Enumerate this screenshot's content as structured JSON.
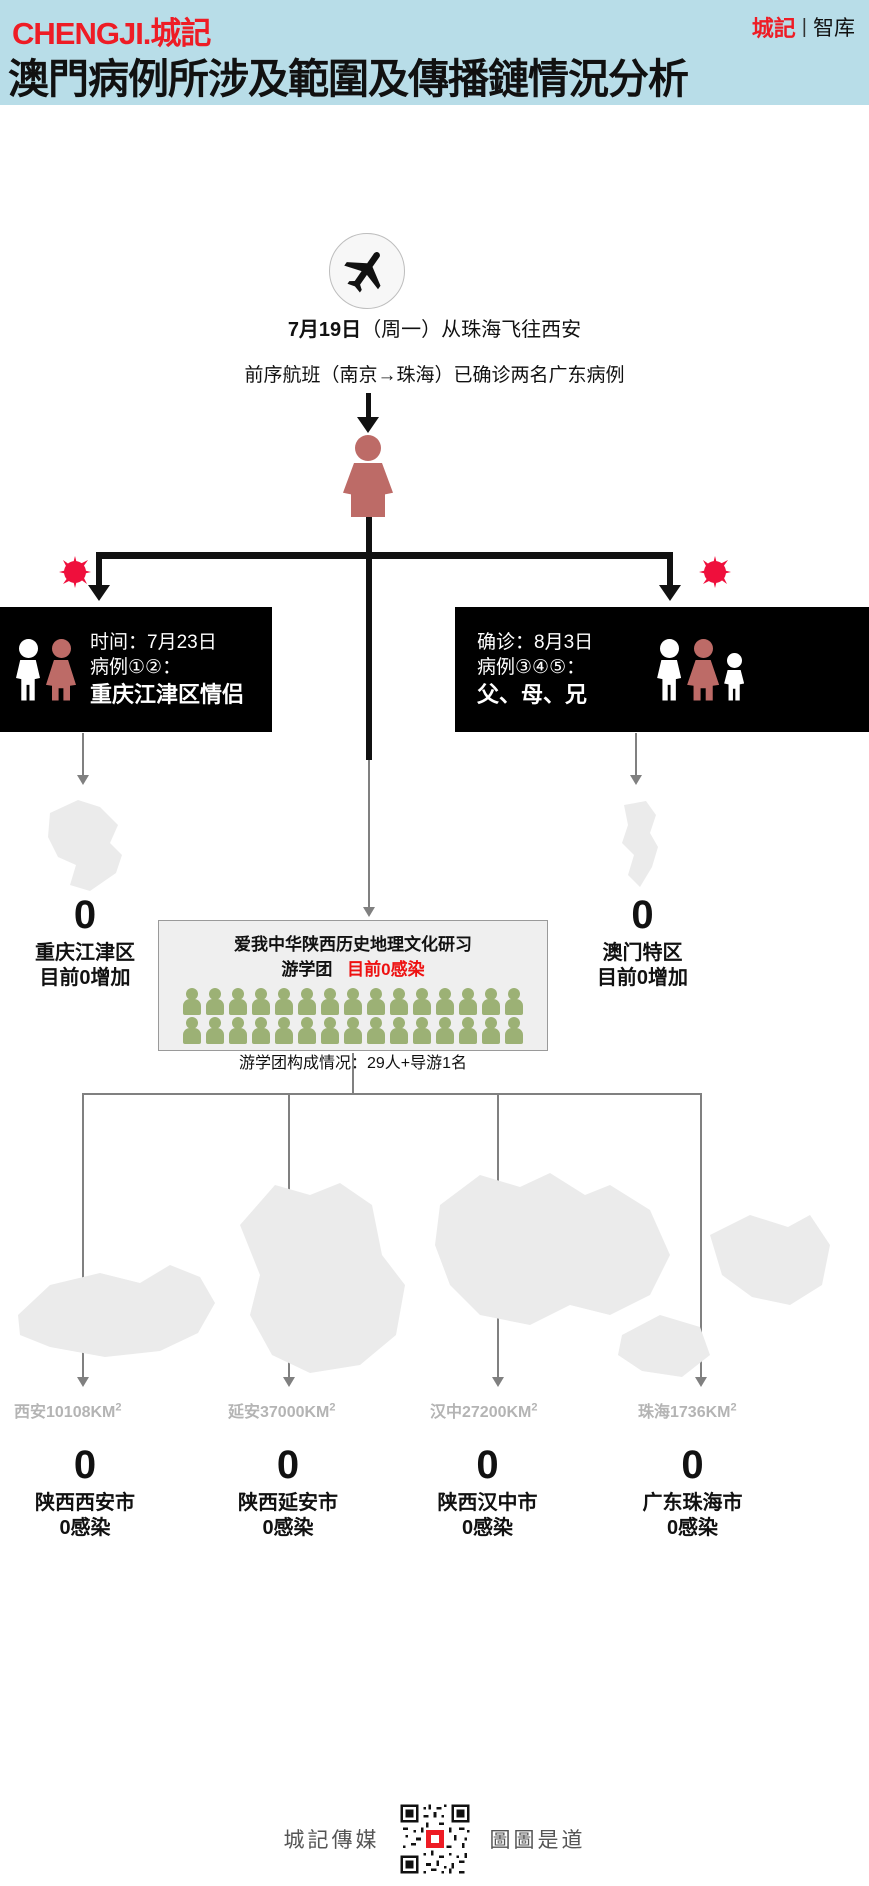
{
  "header": {
    "logo": "CHENGJI.城記",
    "brand_right_red": "城記",
    "brand_sep": "|",
    "brand_right_black": "智库",
    "title": "澳門病例所涉及範圍及傳播鏈情況分析",
    "bg_color": "#b8dde8",
    "accent_red": "#ee1c25"
  },
  "flight": {
    "icon": "airplane-icon",
    "line1_date": "7月19日",
    "line1_rest": "（周一）从珠海飞往西安",
    "line2": "前序航班（南京→珠海）已确诊两名广东病例"
  },
  "left_case": {
    "line1": "时间：7月23日",
    "line2": "病例①②：",
    "line3": "重庆江津区情侣",
    "figures": [
      "male-white",
      "female-red"
    ]
  },
  "right_case": {
    "line1": "确诊：8月3日",
    "line2": "病例③④⑤：",
    "line3": "父、母、兄",
    "figures": [
      "male-white",
      "female-red",
      "child-white"
    ]
  },
  "study_group": {
    "title_line1": "爱我中华陕西历史地理文化研习",
    "title_line2_black": "游学团",
    "title_line2_red": "目前0感染",
    "people_count": 30,
    "footer": "游学团构成情况：29人+导游1名",
    "people_color": "#9cb175"
  },
  "left_outcome": {
    "zero": "0",
    "line1": "重庆江津区",
    "line2": "目前0增加"
  },
  "right_outcome": {
    "zero": "0",
    "line1": "澳门特区",
    "line2": "目前0增加"
  },
  "cities": [
    {
      "km": "西安10108KM",
      "km_sup": "2",
      "zero": "0",
      "line1": "陕西西安市",
      "line2": "0感染"
    },
    {
      "km": "延安37000KM",
      "km_sup": "2",
      "zero": "0",
      "line1": "陕西延安市",
      "line2": "0感染"
    },
    {
      "km": "汉中27200KM",
      "km_sup": "2",
      "zero": "0",
      "line1": "陕西汉中市",
      "line2": "0感染"
    },
    {
      "km": "珠海1736KM",
      "km_sup": "2",
      "zero": "0",
      "line1": "广东珠海市",
      "line2": "0感染"
    }
  ],
  "footer": {
    "left": "城記傳媒",
    "right": "圖圖是道",
    "qr": "qr-code-icon"
  }
}
